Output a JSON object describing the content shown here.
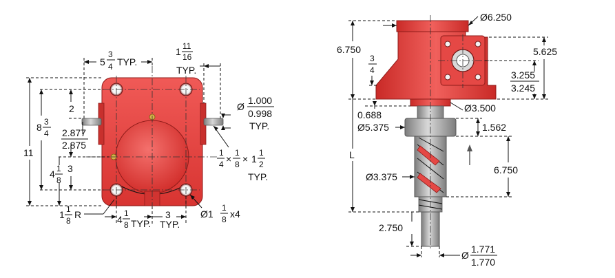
{
  "colors": {
    "housing_red": "#e8413f",
    "housing_dark": "#b9211f",
    "steel": "#b8b8b8",
    "steel_dark": "#7a7a7a"
  },
  "front_view": {
    "dim_5_3_4": {
      "whole": "5",
      "num": "3",
      "den": "4",
      "suffix": "TYP."
    },
    "dim_1_11_16": {
      "whole": "1",
      "num": "11",
      "den": "16",
      "suffix": "TYP."
    },
    "dim_2": "2",
    "dim_8_3_4": {
      "whole": "8",
      "num": "3",
      "den": "4"
    },
    "dim_2877": {
      "top": "2.877",
      "bottom": "2.875"
    },
    "dim_11": "11",
    "dim_3_left": "3",
    "dim_4_1_8_left": {
      "whole": "4",
      "num": "1",
      "den": "8"
    },
    "dim_1000": {
      "prefix": "Ø",
      "top": "1.000",
      "bottom": "0.998",
      "suffix": "TYP."
    },
    "key_spec": {
      "a_num": "1",
      "a_den": "4",
      "b_num": "1",
      "b_den": "8",
      "c_whole": "1",
      "c_num": "1",
      "c_den": "2",
      "suffix": "TYP.",
      "times": "×"
    },
    "dim_1_1_8_R": {
      "whole": "1",
      "num": "1",
      "den": "8",
      "suffix": "R"
    },
    "dim_4_1_8_bottom": {
      "whole": "4",
      "num": "1",
      "den": "8",
      "suffix": "TYP."
    },
    "dim_3_bottom": {
      "value": "3",
      "suffix": "TYP."
    },
    "holes": {
      "prefix": "Ø1",
      "num": "1",
      "den": "8",
      "suffix": "x4"
    }
  },
  "side_view": {
    "dia_6250": "Ø6.250",
    "dim_6750_top": "6.750",
    "dim_3_4": {
      "num": "3",
      "den": "4"
    },
    "dim_5625": "5.625",
    "dim_3255": {
      "top": "3.255",
      "bottom": "3.245"
    },
    "dim_0688": "0.688",
    "dia_5375": "Ø5.375",
    "dia_3500": "Ø3.500",
    "dim_1562": "1.562",
    "dim_L": "L",
    "dim_6750_right": "6.750",
    "dia_3375": "Ø3.375",
    "dim_2750": "2.750",
    "dia_1771": {
      "prefix": "Ø",
      "top": "1.771",
      "bottom": "1.770"
    }
  }
}
